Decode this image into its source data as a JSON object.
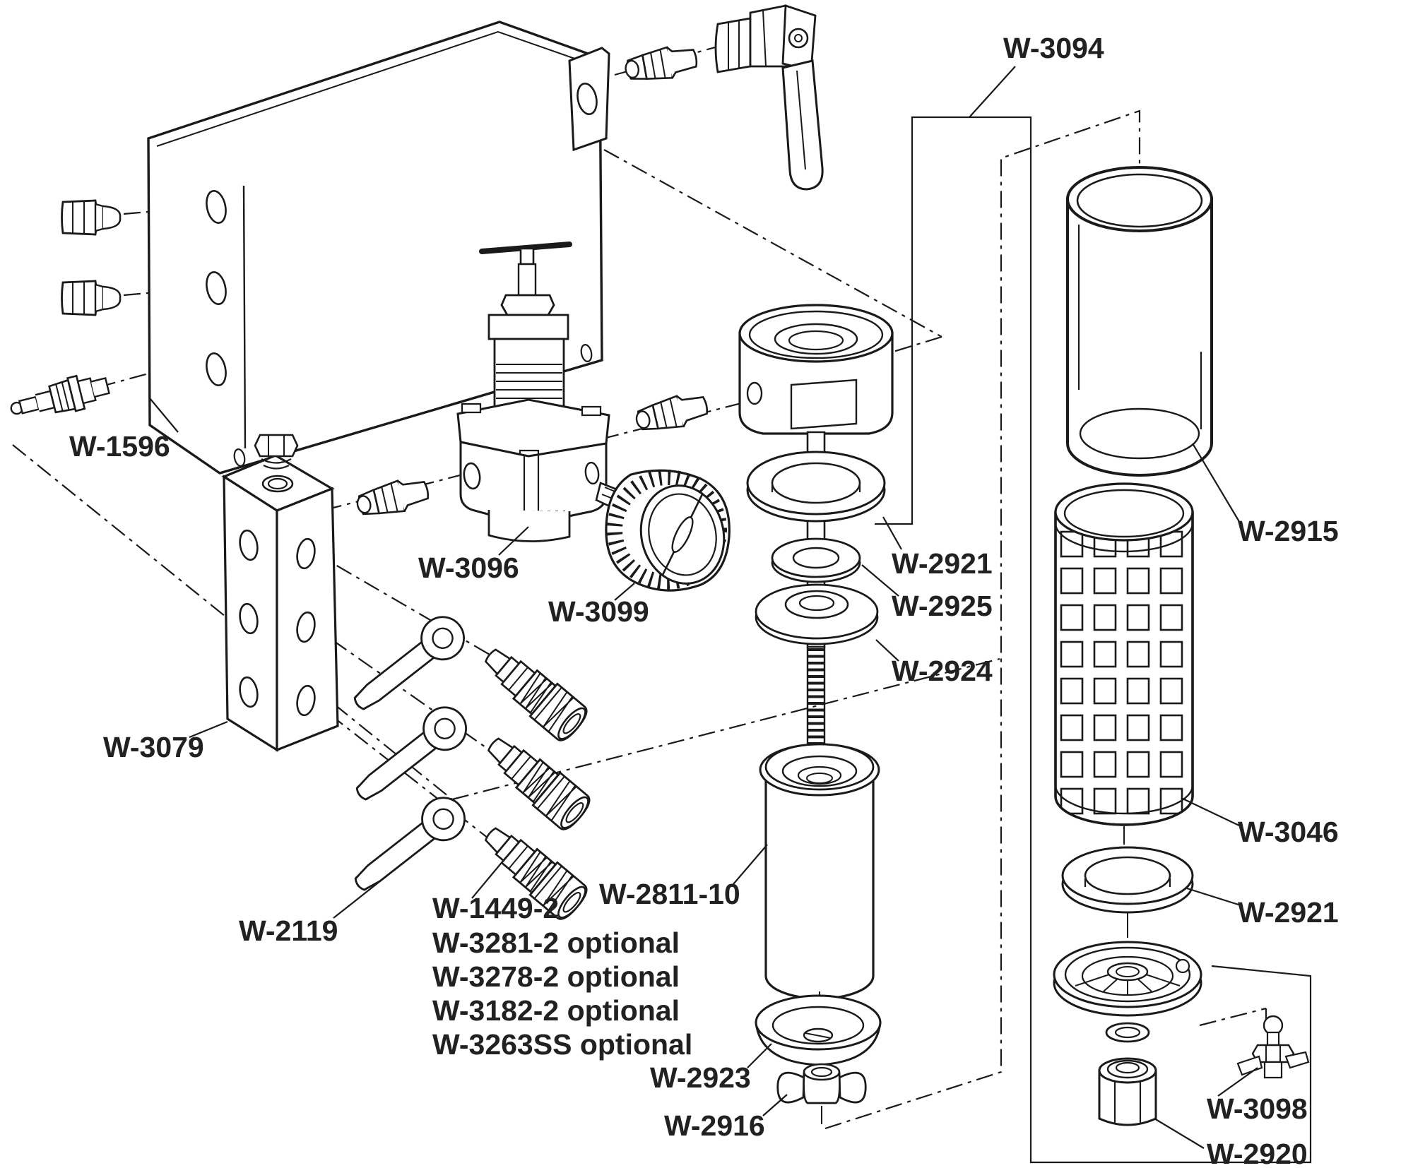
{
  "diagram": {
    "type": "exploded-parts-diagram",
    "description": "Exploded view line drawing of an air filter/regulator assembly with mounting bracket, regulator, gauge, manifold, couplers, filter bowl and internal parts",
    "colors": {
      "line": "#1a1a1a",
      "label_text": "#212121",
      "background": "#ffffff"
    },
    "labels": {
      "w3094": "W-3094",
      "w1596": "W-1596",
      "w3096": "W-3096",
      "w3099": "W-3099",
      "w3079": "W-3079",
      "w2119": "W-2119",
      "w1449_2": "W-1449-2",
      "w3281_2": "W-3281-2 optional",
      "w3278_2": "W-3278-2 optional",
      "w3182_2": "W-3182-2 optional",
      "w3263ss": "W-3263SS optional",
      "w2811_10": "W-2811-10",
      "w2923": "W-2923",
      "w2916": "W-2916",
      "w2921_mid": "W-2921",
      "w2925": "W-2925",
      "w2924": "W-2924",
      "w2915": "W-2915",
      "w3046": "W-3046",
      "w2921_right": "W-2921",
      "w3098": "W-3098",
      "w2920": "W-2920"
    }
  }
}
